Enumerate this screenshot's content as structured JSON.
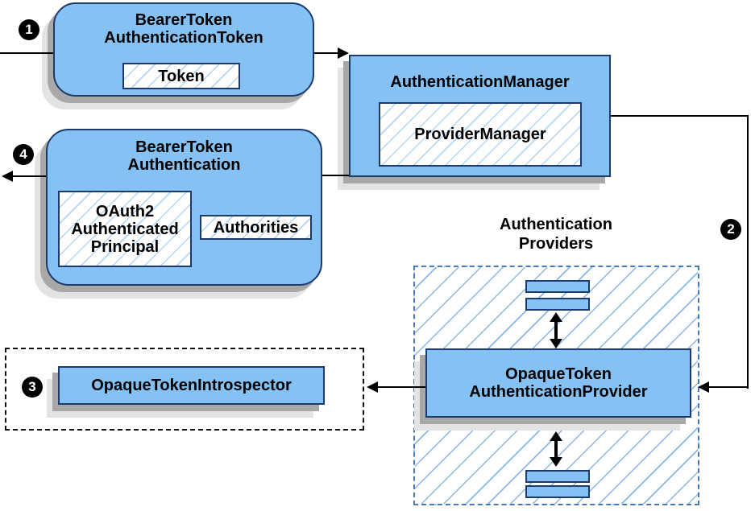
{
  "colors": {
    "node_fill": "#85c2f3",
    "node_border": "#1c3a6e",
    "white_box_hatch": "#b4d4f2",
    "region_hatch": "#8ab7e9",
    "region_border": "#4978b8",
    "connector": "#000000",
    "shadow_dark": "#a8a8a8",
    "shadow_light": "#e3e3e3",
    "badge_bg": "#000000",
    "badge_text": "#ffffff"
  },
  "badges": {
    "step1": "1",
    "step2": "2",
    "step3": "3",
    "step4": "4"
  },
  "nodes": {
    "bearer_token_authentication_token": {
      "title_lines": [
        "BearerToken",
        "AuthenticationToken"
      ],
      "token_label": "Token"
    },
    "authentication_manager": {
      "title": "AuthenticationManager",
      "provider_manager_label": "ProviderManager"
    },
    "bearer_token_authentication": {
      "title_lines": [
        "BearerToken",
        "Authentication"
      ],
      "principal_lines": [
        "OAuth2",
        "Authenticated",
        "Principal"
      ],
      "authorities_label": "Authorities"
    },
    "introspector": {
      "label": "OpaqueTokenIntrospector"
    },
    "authentication_providers": {
      "title_lines": [
        "Authentication",
        "Providers"
      ],
      "provider_lines": [
        "OpaqueToken",
        "AuthenticationProvider"
      ]
    }
  }
}
